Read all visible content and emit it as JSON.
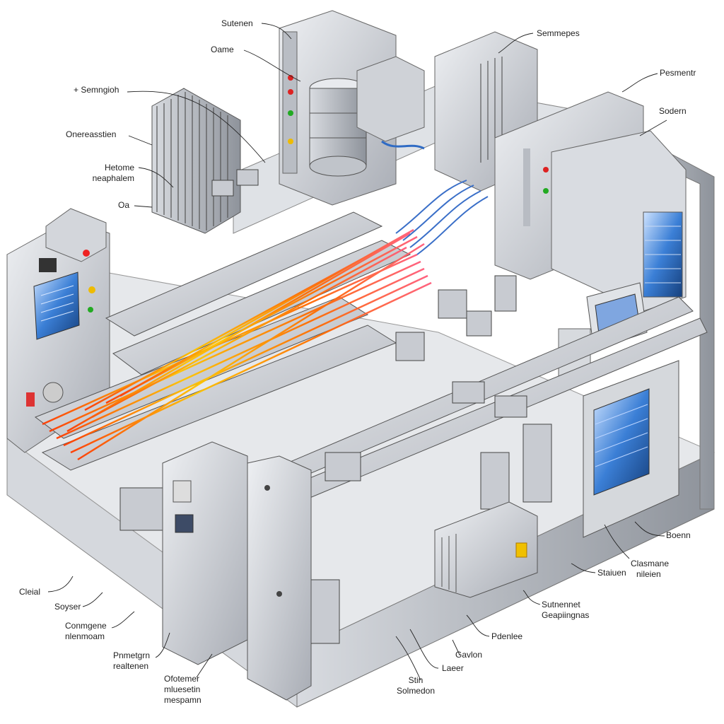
{
  "labels": {
    "top_sutenen": "Sutenen",
    "top_oame": "Oame",
    "semngioh": "+ Semngioh",
    "onereasstien": "Onereasstien",
    "hetome": [
      "Hetome",
      "neaphalem"
    ],
    "oa": "Oa",
    "semmepes": "Semmepes",
    "pesmentr": "Pesmentr",
    "sodern": "Sodern",
    "boenn": "Boenn",
    "clasmane": [
      "Clasmane",
      "nileien"
    ],
    "staiuen": "Staiuen",
    "sutnennet": [
      "Sutnennet",
      "Geapiingnas"
    ],
    "pdenlee": "Pdenlee",
    "gavlon": "Gavlon",
    "laeer": "Laeer",
    "stin": [
      "Stin",
      "Solmedon"
    ],
    "cleial": "Cleial",
    "soyser": "Soyser",
    "conmgene": [
      "Conmgene",
      "nlenmoam"
    ],
    "pnmetgrn": [
      "Pnmetgrn",
      "realtenen"
    ],
    "ofotemer": [
      "Ofotemer",
      "mluesetin",
      "mespamn"
    ]
  },
  "colors": {
    "metal": "#c9ccd2",
    "laser_hot": "#ff6a00",
    "laser_warm": "#ffc400",
    "screen_blue": "#3b7fd6"
  }
}
